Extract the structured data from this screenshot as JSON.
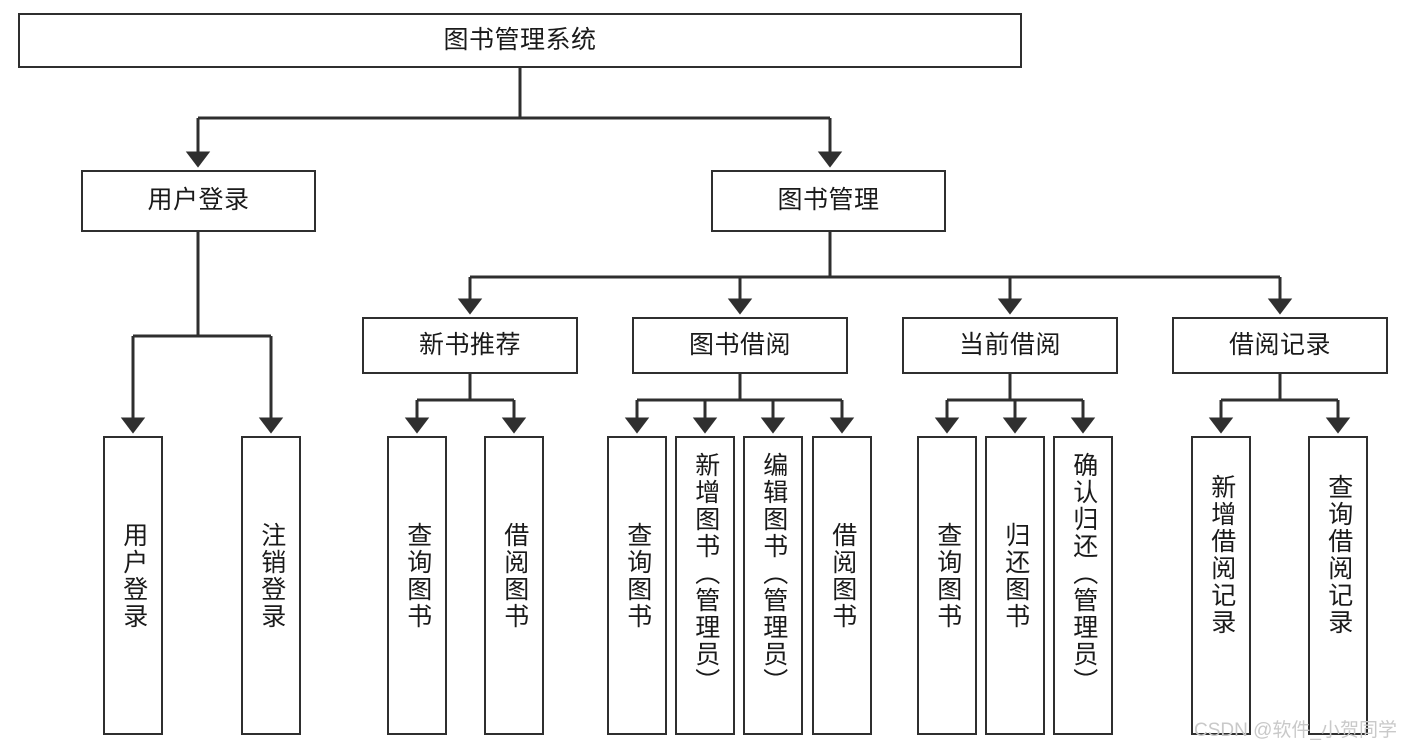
{
  "diagram": {
    "type": "tree-hierarchy",
    "title": "图书管理系统",
    "watermark": "CSDN @软件_小贺同学",
    "colors": {
      "box_border": "#2f2f2f",
      "box_fill": "#ffffff",
      "edge": "#2f2f2f",
      "text": "#1a1a1a",
      "watermark": "#c9c9c9"
    },
    "nodes": {
      "root": {
        "label": "图书管理系统"
      },
      "level2": [
        {
          "id": "user-login",
          "label": "用户登录"
        },
        {
          "id": "book-manage",
          "label": "图书管理"
        }
      ],
      "level3": [
        {
          "id": "new-book-rec",
          "label": "新书推荐"
        },
        {
          "id": "book-borrow",
          "label": "图书借阅"
        },
        {
          "id": "current-borrow",
          "label": "当前借阅"
        },
        {
          "id": "borrow-record",
          "label": "借阅记录"
        }
      ],
      "leaves": {
        "user_login": [
          {
            "id": "leaf-user-login",
            "label": "用户登录"
          },
          {
            "id": "leaf-user-logout",
            "label": "注销登录"
          }
        ],
        "new_book_rec": [
          {
            "id": "leaf-query-book-1",
            "label": "查询图书"
          },
          {
            "id": "leaf-borrow-book-1",
            "label": "借阅图书"
          }
        ],
        "book_borrow": [
          {
            "id": "leaf-query-book-2",
            "label": "查询图书"
          },
          {
            "id": "leaf-add-book",
            "label": "新增图书（管理员）"
          },
          {
            "id": "leaf-edit-book",
            "label": "编辑图书（管理员）"
          },
          {
            "id": "leaf-borrow-book-2",
            "label": "借阅图书"
          }
        ],
        "current_borrow": [
          {
            "id": "leaf-query-book-3",
            "label": "查询图书"
          },
          {
            "id": "leaf-return-book",
            "label": "归还图书"
          },
          {
            "id": "leaf-confirm-return",
            "label": "确认归还（管理员）"
          }
        ],
        "borrow_record": [
          {
            "id": "leaf-add-record",
            "label": "新增借阅记录"
          },
          {
            "id": "leaf-query-record",
            "label": "查询借阅记录"
          }
        ]
      }
    }
  }
}
